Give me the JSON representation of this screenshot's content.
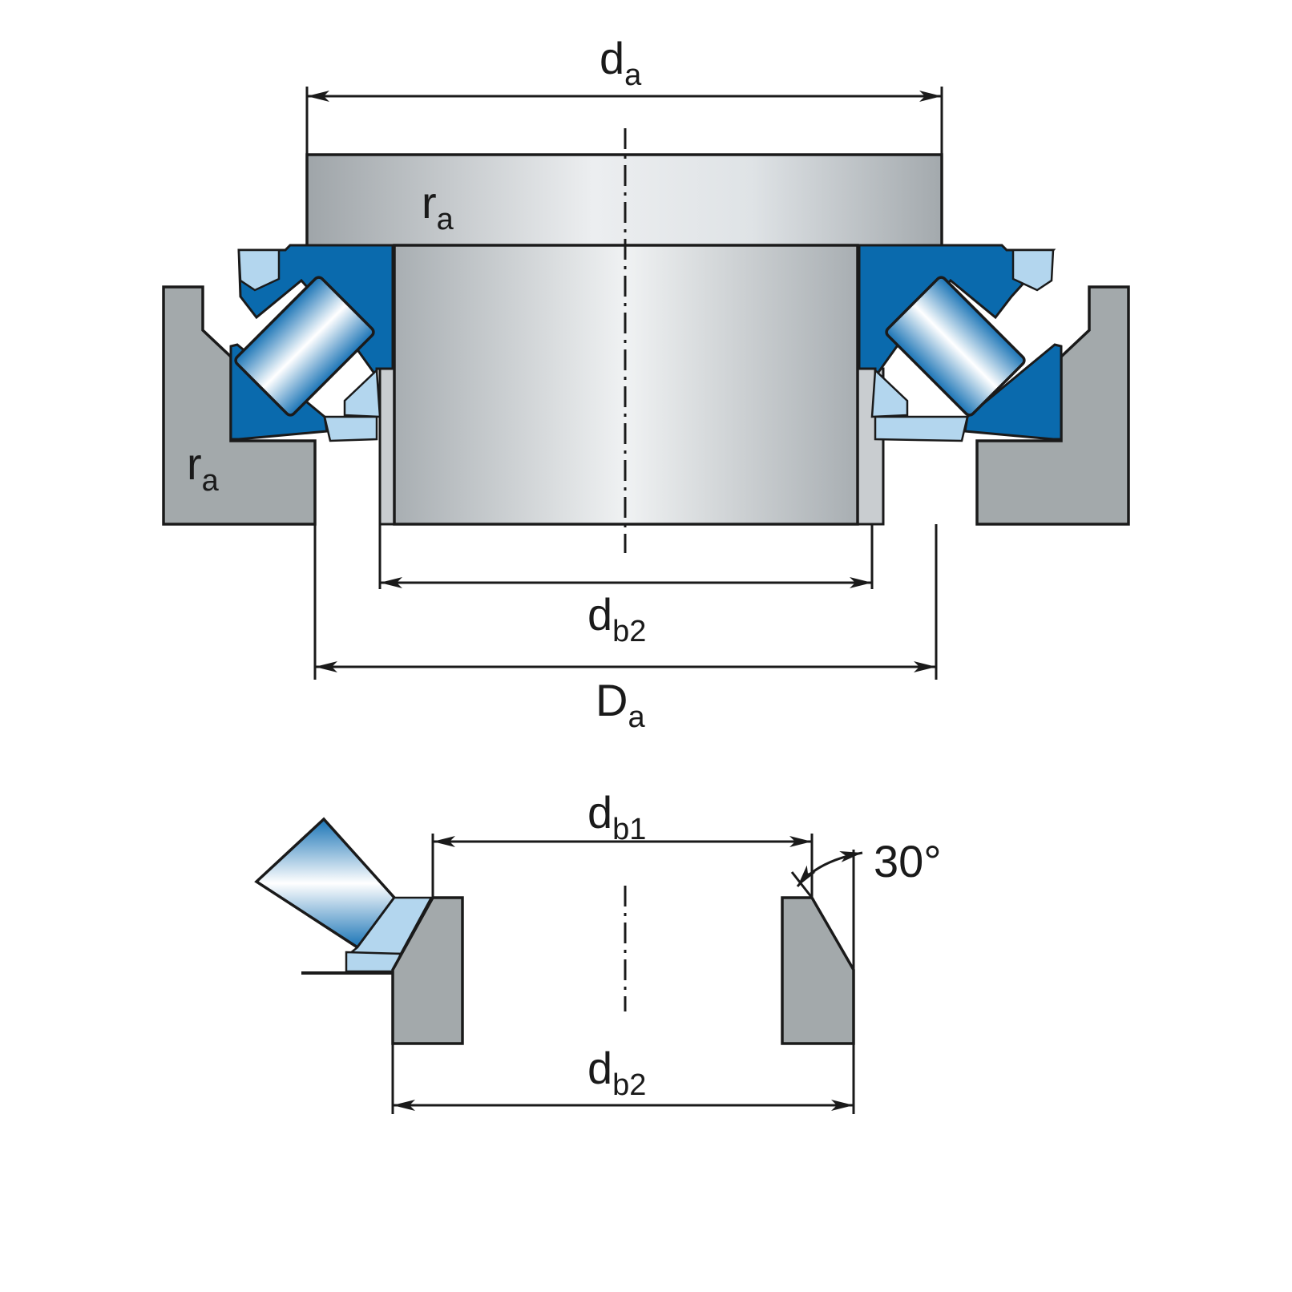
{
  "labels": {
    "da": {
      "main": "d",
      "sub": "a"
    },
    "ra_top": {
      "main": "r",
      "sub": "a"
    },
    "ra_left": {
      "main": "r",
      "sub": "a"
    },
    "db2_top": {
      "main": "d",
      "sub": "b2"
    },
    "Da": {
      "main": "D",
      "sub": "a"
    },
    "db1": {
      "main": "d",
      "sub": "b1"
    },
    "db2_bottom": {
      "main": "d",
      "sub": "b2"
    },
    "angle": "30°"
  },
  "colors": {
    "outline": "#1a1a1a",
    "housing_gray": "#a3a9ab",
    "bearing_blue": "#0a6aad",
    "cage_light_blue": "#b3d6ee",
    "shaft_light": "#eef0f1",
    "shaft_dark": "#a8adb0"
  }
}
